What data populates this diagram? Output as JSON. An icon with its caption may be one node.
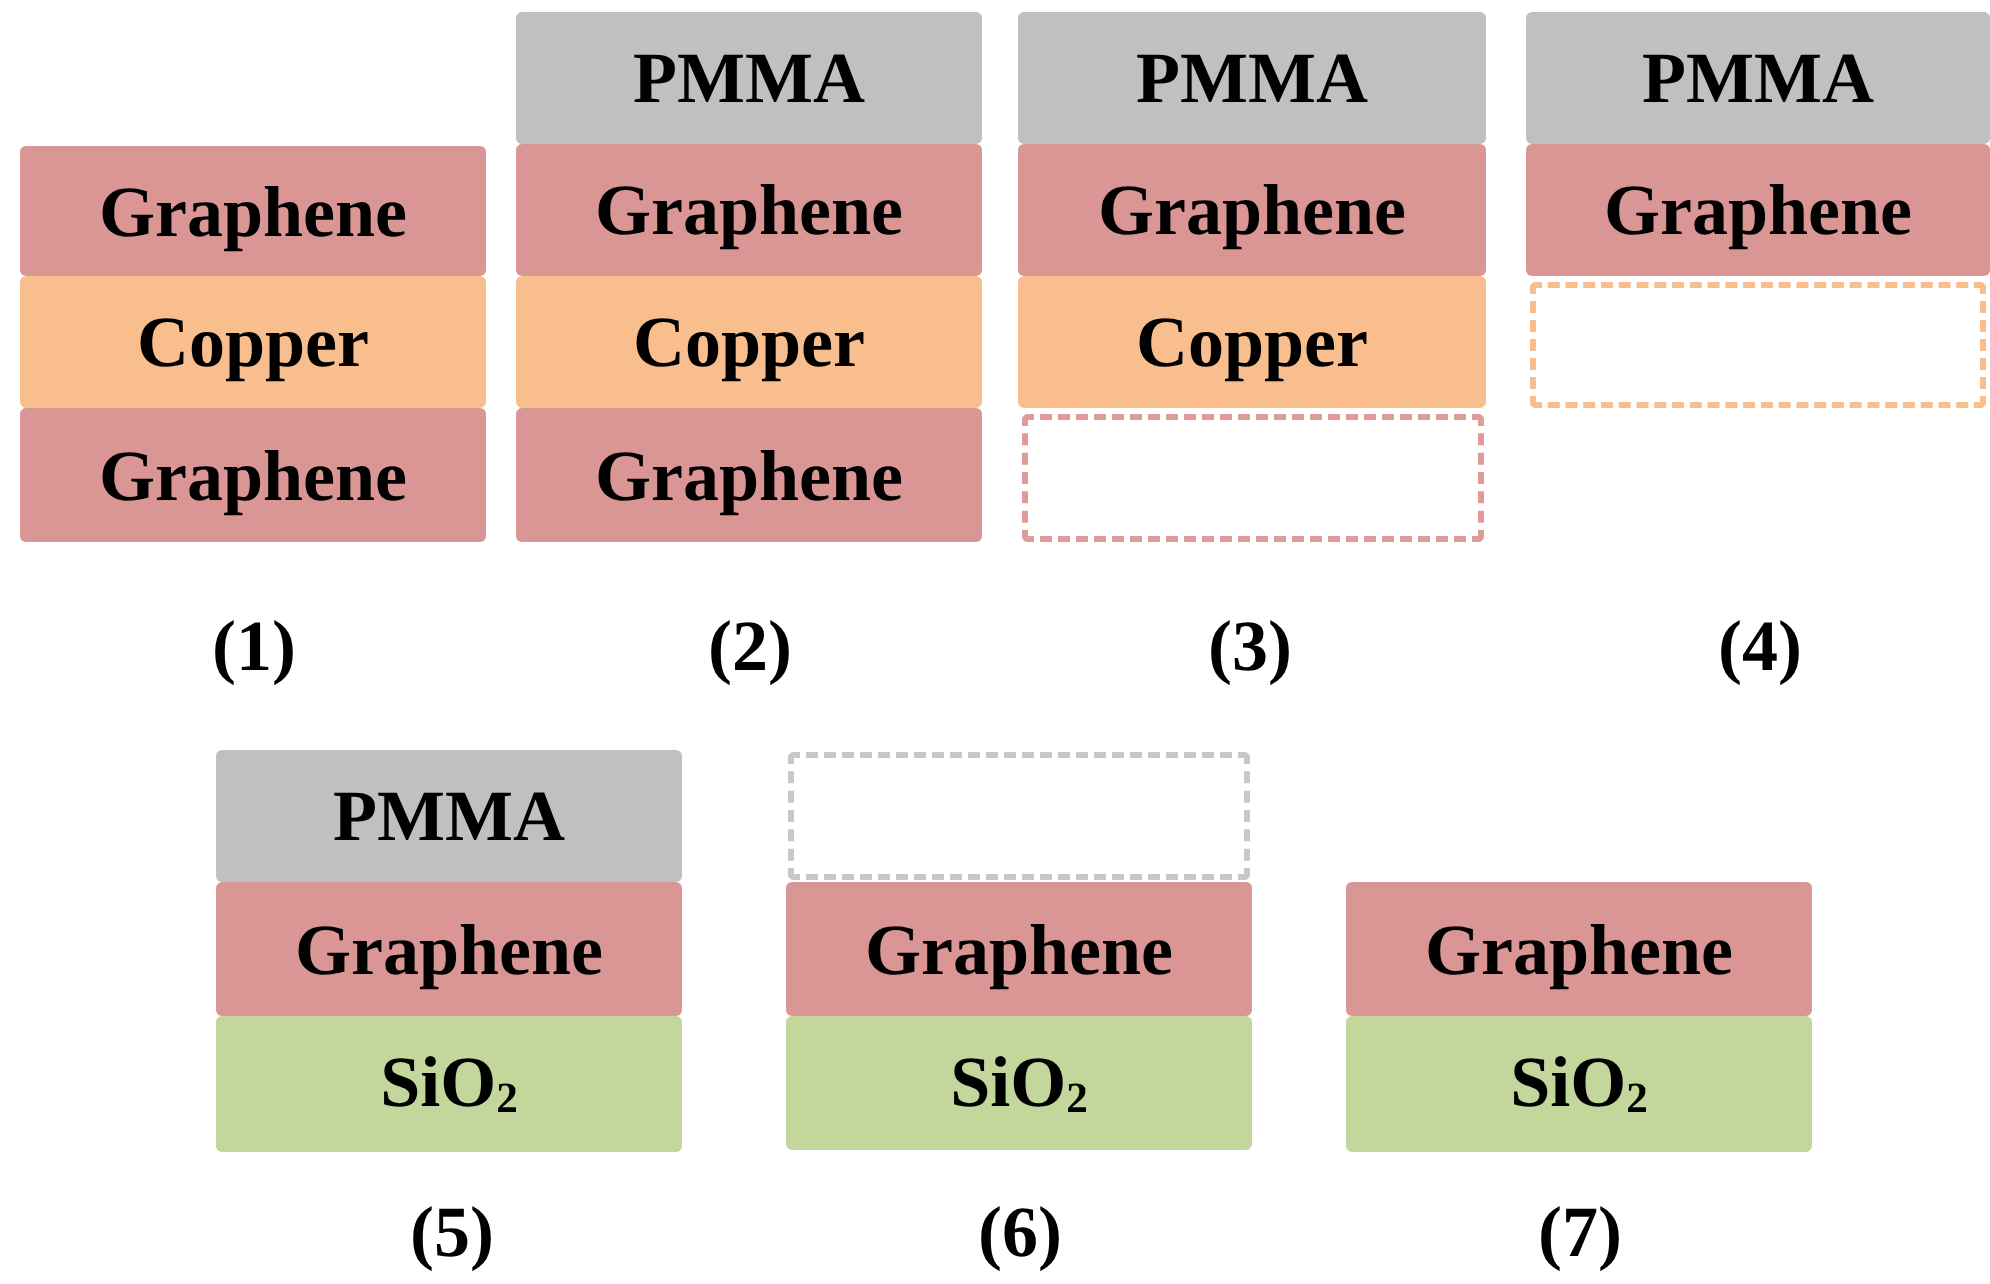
{
  "diagram": {
    "nodes": [
      {
        "text": [
          "Graphene"
        ]
      },
      {
        "text": [
          "Copper"
        ]
      },
      {
        "text": [
          "Graphene"
        ]
      },
      {
        "text": [
          "PMMA"
        ]
      },
      {
        "text": [
          "Graphene"
        ]
      },
      {
        "text": [
          "Copper"
        ]
      },
      {
        "text": [
          "Graphene"
        ]
      },
      {
        "text": [
          "PMMA"
        ]
      },
      {
        "text": [
          "Graphene"
        ]
      },
      {
        "text": [
          "Copper"
        ]
      },
      {
        "text": [],
        "shape": "box"
      },
      {
        "text": [
          "PMMA"
        ]
      },
      {
        "text": [
          "Graphene"
        ]
      },
      {
        "text": [],
        "shape": "box"
      },
      {
        "text": [
          "PMMA"
        ]
      },
      {
        "text": [
          "Graphene"
        ]
      },
      {
        "text": [
          "SiO$_{2}$"
        ]
      },
      {
        "text": [],
        "shape": "box"
      },
      {
        "text": [
          "Graphene"
        ]
      },
      {
        "text": [
          "SiO$_{2}$"
        ]
      },
      {
        "text": [
          "Graphene"
        ]
      },
      {
        "text": [
          "SiO$_{2}$"
        ]
      }
    ],
    "labels": [
      "(1)",
      "(2)",
      "(3)",
      "(4)",
      "(5)",
      "(6)",
      "(7)"
    ]
  }
}
